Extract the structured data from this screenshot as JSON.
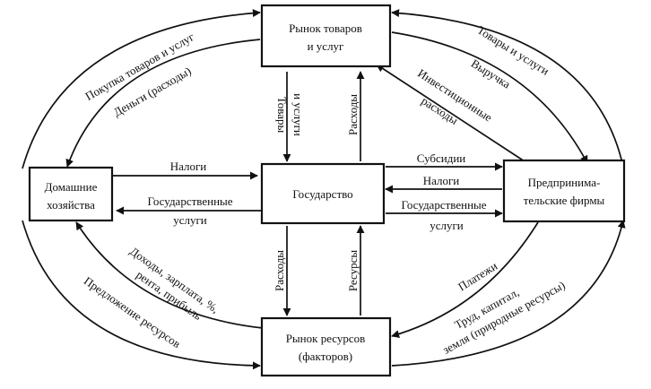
{
  "diagram": {
    "nodes": {
      "goods_market": [
        "Рынок товаров",
        "и услуг"
      ],
      "households": [
        "Домашние",
        "хозяйства"
      ],
      "government": [
        "Государство"
      ],
      "firms": [
        "Предпринима-",
        "тельские фирмы"
      ],
      "resource_market": [
        "Рынок ресурсов",
        "(факторов)"
      ]
    },
    "edges": {
      "purchase_goods": "Покупка товаров и услуг",
      "money_expenses": "Деньги (расходы)",
      "goods_services_top": "Товары и услуги",
      "revenue": "Выручка",
      "investment_expenses_1": "Инвестиционные",
      "investment_expenses_2": "расходы",
      "goods_services_vertical_1": "Товары",
      "goods_services_vertical_2": "и услуги",
      "expenses_up": "Расходы",
      "taxes_households": "Налоги",
      "state_services_left_1": "Государственные",
      "state_services_left_2": "услуги",
      "subsidies": "Субсидии",
      "taxes_firms": "Налоги",
      "state_services_right_1": "Государственные",
      "state_services_right_2": "услуги",
      "expenses_down": "Расходы",
      "resources_up": "Ресурсы",
      "incomes_1": "Доходы, зарплата, %,",
      "incomes_2": "рента, прибыль",
      "resource_supply": "Предложение ресурсов",
      "payments": "Платежи",
      "labor_capital": "Труд, капитал,",
      "land": "земля (природные ресурсы)"
    }
  }
}
